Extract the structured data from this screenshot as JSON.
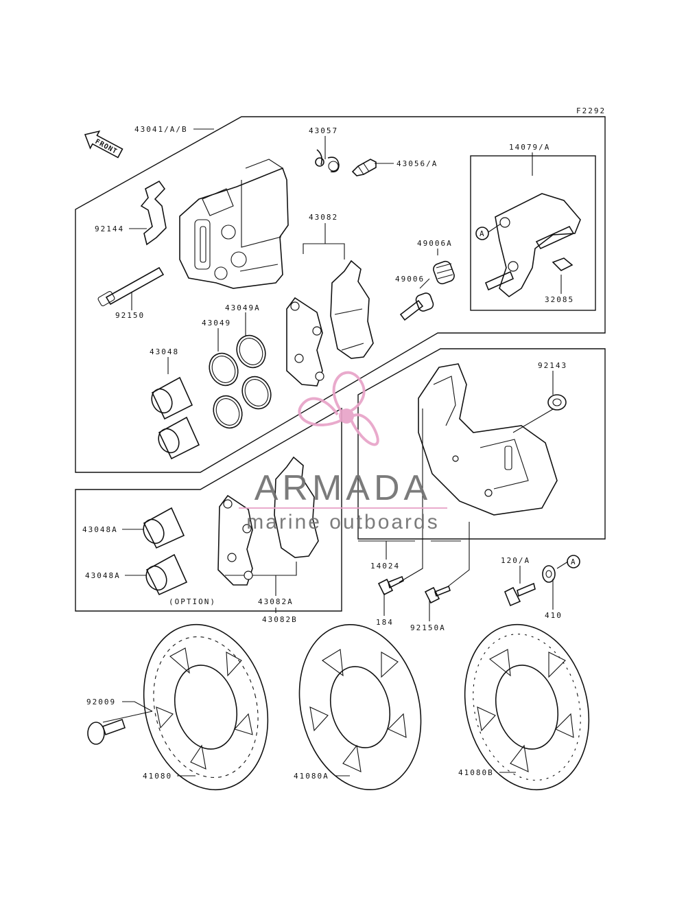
{
  "figure_code": "F2292",
  "front_label": "FRONT",
  "option_label": "(OPTION)",
  "callout_ref": "A",
  "watermark": {
    "brand": "ARMADA",
    "tagline": "marine outboards",
    "color": "#e8a3c8",
    "text_color": "#707070"
  },
  "parts": {
    "caliper_assy": "43041/A/B",
    "bleed_cap": "43057",
    "bleed_valve": "43056/A",
    "caliper_holder": "14079/A",
    "pad_spring": "92144",
    "pads": "43082",
    "boot_a": "49006A",
    "boot": "49006",
    "pin_spring": "32085",
    "pin": "92150",
    "seal_a": "43049A",
    "seal": "43049",
    "piston": "43048",
    "disc_cover_collar": "92143",
    "piston_a": "43048A",
    "pads_option": "43082A",
    "pads_b": "43082B",
    "cover": "14024",
    "bolt": "184",
    "bolt_150": "92150A",
    "bolt_120": "120/A",
    "washer": "410",
    "disc_bolt": "92009",
    "disc": "41080",
    "disc_a": "41080A",
    "disc_b": "41080B"
  }
}
